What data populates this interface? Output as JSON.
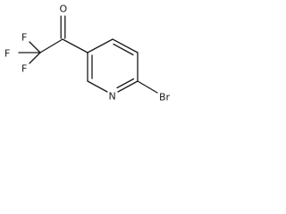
{
  "molecule": {
    "atoms": {
      "oxygen": "O",
      "fluorine_top": "F",
      "fluorine_left": "F",
      "fluorine_bottom": "F",
      "nitrogen": "N",
      "bromine": "Br"
    }
  }
}
